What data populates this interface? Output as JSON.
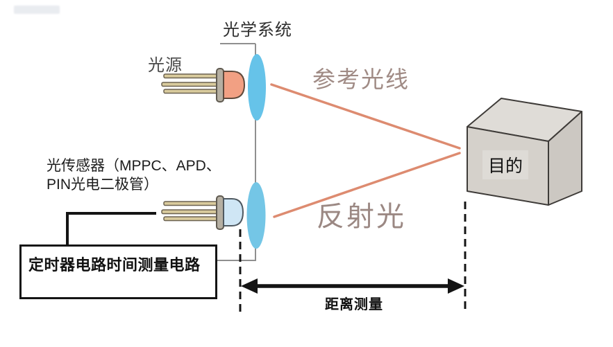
{
  "diagram_title": "time-of-flight distance measurement diagram",
  "labels": {
    "optical_system": "光学系统",
    "light_source": "光源",
    "sensor": "光传感器（MPPC、APD、\nPIN光电二极管）",
    "reference_ray": "参考光线",
    "reflected_light": "反射光",
    "target": "目的",
    "timer_box": "定时器电路时间测量电路",
    "distance": "距离测量"
  },
  "colors": {
    "ray": "#DD8B70",
    "ray_label_text": "#9F8A84",
    "lens": "#66C3E9",
    "lens_sensor": "#74C6E6",
    "led_source_body": "#F2A083",
    "led_sensor_body": "#CFE6F5",
    "led_pins": "#D9CB9D",
    "led_flange": "#B5AFA2",
    "cube_front": "#D5D1CB",
    "cube_top": "#DFDCD7",
    "cube_side": "#CCC8C2",
    "line_gray": "#8F8F8F",
    "line_black": "#1A1A1A"
  }
}
